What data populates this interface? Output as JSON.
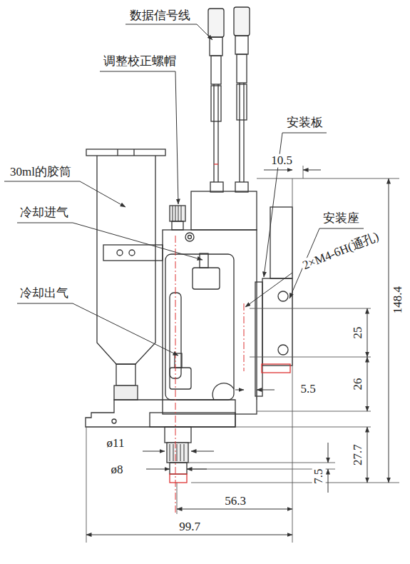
{
  "diagram": {
    "labels": [
      "数据信号线",
      "调整校正螺帽",
      "安装板",
      "10.5",
      "30ml的胶筒",
      "安装座",
      "冷却进气",
      "2×M4-6H(通孔)",
      "148.4",
      "25",
      "冷却出气",
      "26",
      "5.5",
      "ø11",
      "27.7",
      "ø8",
      "7.5",
      "56.3",
      "99.7"
    ]
  }
}
